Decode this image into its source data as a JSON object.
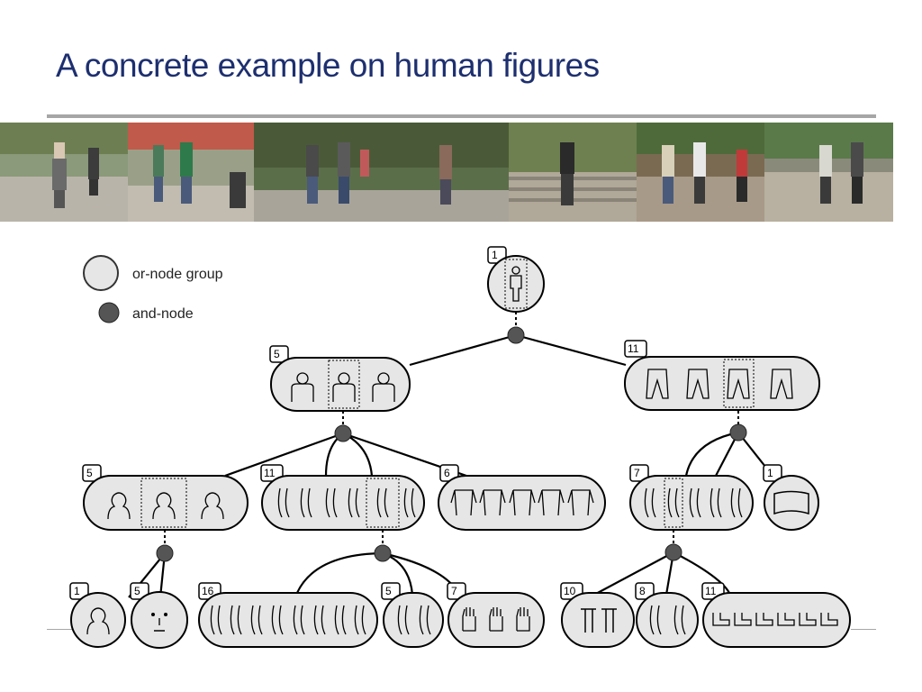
{
  "title": "A concrete example on human figures",
  "legend": {
    "or_node": "or-node group",
    "and_node": "and-node"
  },
  "node_counts": {
    "root": "1",
    "torso": "5",
    "legs": "11",
    "head": "5",
    "arms": "11",
    "shirt": "6",
    "pants": "7",
    "waist": "1",
    "hair": "1",
    "face": "5",
    "upper_arm": "16",
    "lower_arm": "5",
    "hands": "7",
    "upper_leg": "10",
    "lower_leg": "8",
    "shoes": "11"
  },
  "colors": {
    "title": "#1d2f6f",
    "node_fill": "#e6e6e6",
    "and_node": "#555555",
    "rule": "#a6a6a6"
  }
}
